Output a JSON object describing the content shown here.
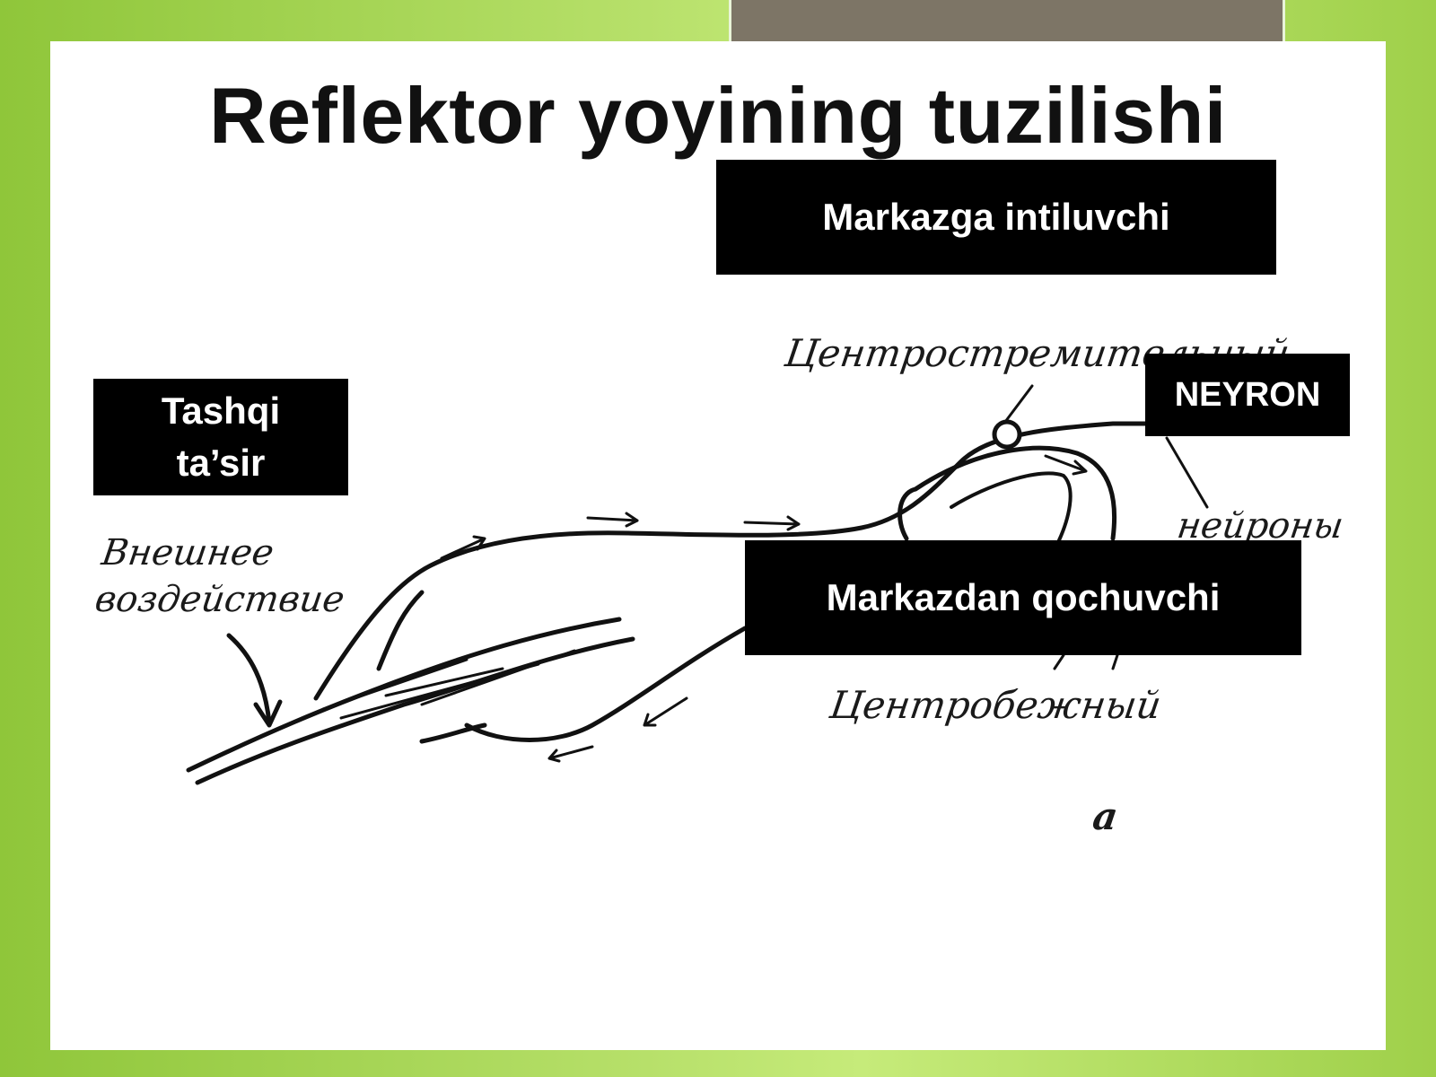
{
  "title": "Reflektor yoyining tuzilishi",
  "labels": {
    "markazga": "Markazga intiluvchi",
    "tashqi": "Tashqi\nta’sir",
    "neyron": "NEYRON",
    "markazdan": "Markazdan qochuvchi"
  },
  "russian_labels": {
    "external": "Внешнее\nвоздействие",
    "afferent": "Центростремительный",
    "neurons": "нейроны",
    "efferent": "Центробежный",
    "figure_letter": "а"
  },
  "colors": {
    "background_green": "#a6d64f",
    "label_box": "#000000",
    "label_text": "#ffffff"
  }
}
